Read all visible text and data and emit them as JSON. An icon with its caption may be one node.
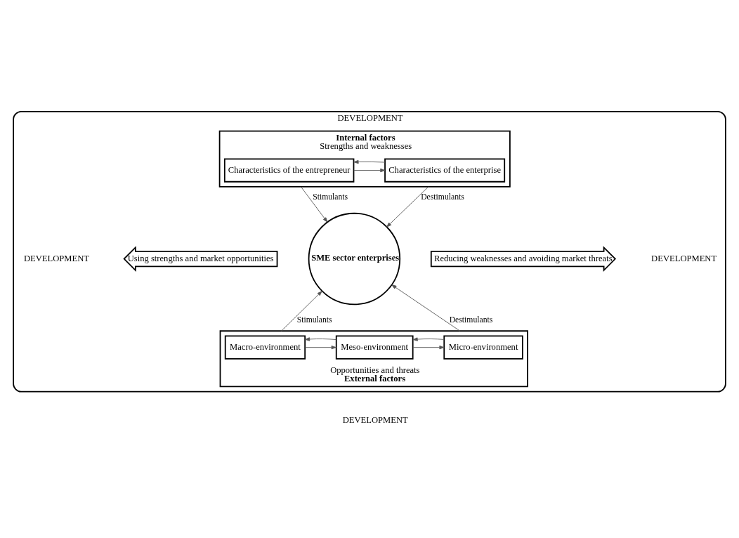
{
  "diagram": {
    "nodes": [
      {
        "text": [
          "DEVELOPMENT"
        ],
        "beside": [
          "DEVELOPMENT",
          "DEVELOPMENT",
          "DEVELOPMENT"
        ]
      },
      {
        "text": [
          "Internal factors",
          "Strengths and weaknesses"
        ],
        "in": 0
      },
      {
        "text": [
          "Characteristics of the entrepreneur"
        ],
        "in": 1
      },
      {
        "text": [
          "Characteristics of the enterprise"
        ],
        "in": 1
      },
      {
        "text": [
          "Using strengths and market opportunities"
        ],
        "in": 0
      },
      {
        "text": [
          "SME sector enterprises"
        ],
        "in": 0
      },
      {
        "text": [
          "Reducing weaknesses and avoiding market threats"
        ],
        "in": 0
      },
      {
        "text": [
          "Opportunities and threats",
          "External factors"
        ],
        "in": 0
      },
      {
        "text": [
          "Macro-environment"
        ],
        "in": 7
      },
      {
        "text": [
          "Meso-environment"
        ],
        "in": 7
      },
      {
        "text": [
          "Micro-environment"
        ],
        "in": 7
      }
    ],
    "edges": [
      {
        "from": 2,
        "to": 3,
        "arrow": "to"
      },
      {
        "from": 3,
        "to": 2,
        "arrow": "to"
      },
      {
        "from": 1,
        "to": 5,
        "arrow": "to",
        "label": "Stimulants"
      },
      {
        "from": 1,
        "to": 5,
        "arrow": "to",
        "label": "Destimulants"
      },
      {
        "from": 7,
        "to": 5,
        "arrow": "to",
        "label": "Stimulants"
      },
      {
        "from": 7,
        "to": 5,
        "arrow": "to",
        "label": "Destimulants"
      },
      {
        "from": 8,
        "to": 9,
        "arrow": "to"
      },
      {
        "from": 9,
        "to": 8,
        "arrow": "to"
      },
      {
        "from": 9,
        "to": 10,
        "arrow": "to"
      },
      {
        "from": 10,
        "to": 9,
        "arrow": "to"
      }
    ]
  }
}
